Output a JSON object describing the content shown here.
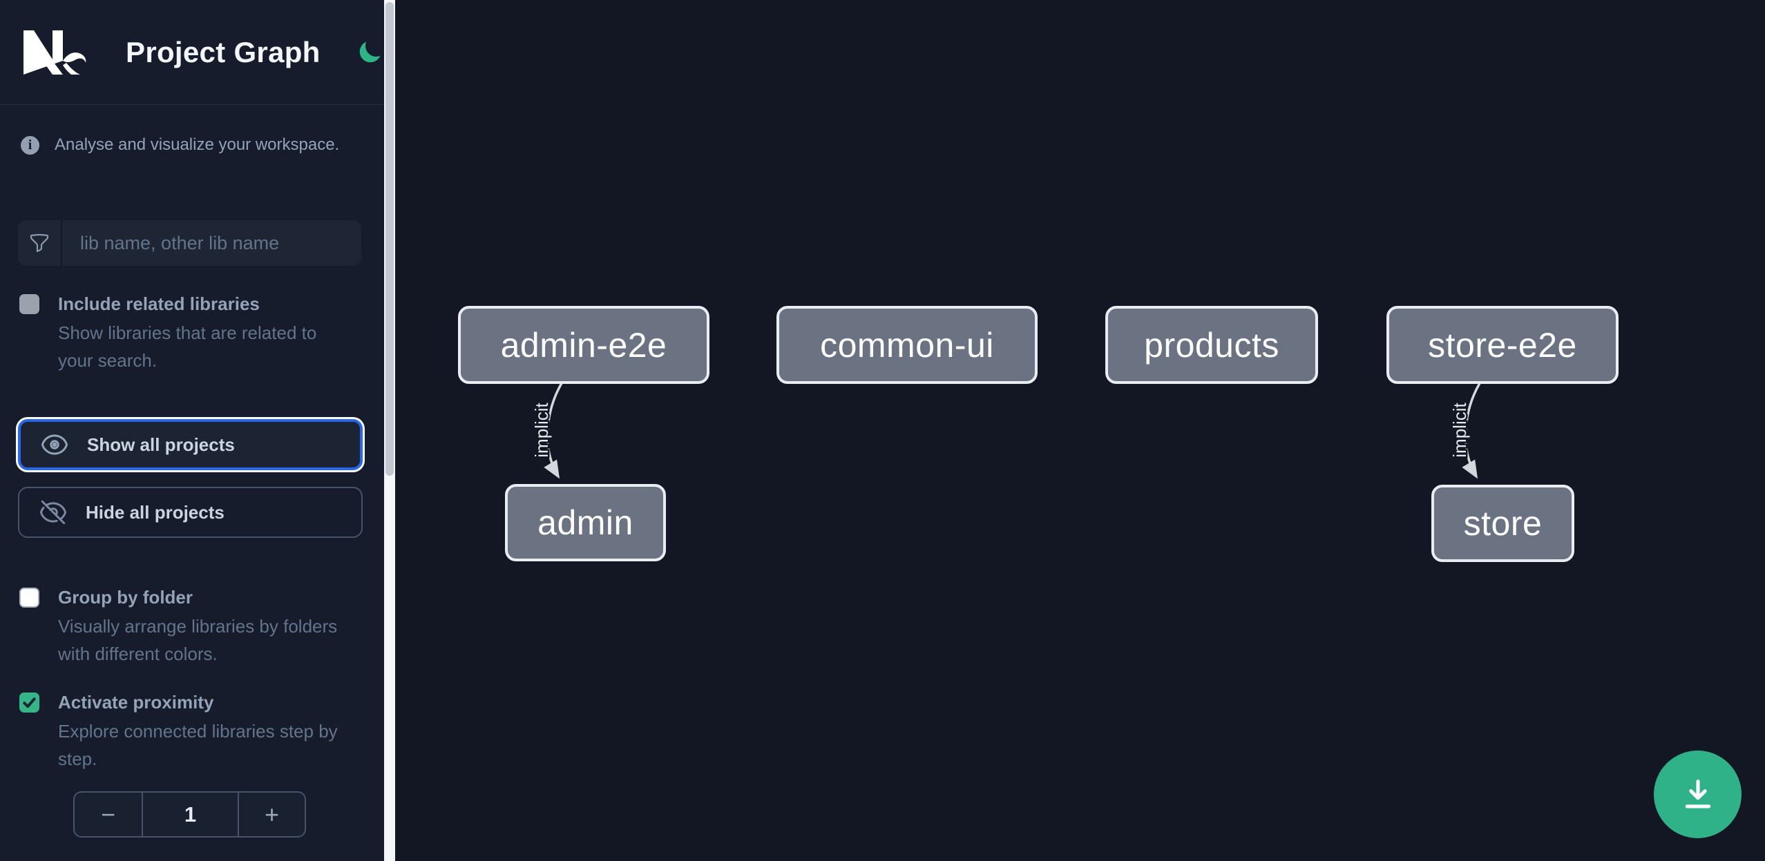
{
  "header": {
    "brand": "Nx",
    "title": "Project Graph",
    "theme_icon": "moon-icon"
  },
  "sidebar": {
    "tagline": "Analyse and visualize your workspace.",
    "search": {
      "placeholder": "lib name, other lib name"
    },
    "include_related": {
      "label": "Include related libraries",
      "description": "Show libraries that are related to your search.",
      "checked": false
    },
    "show_all_label": "Show all projects",
    "hide_all_label": "Hide all projects",
    "group_by_folder": {
      "label": "Group by folder",
      "description": "Visually arrange libraries by folders with different colors.",
      "checked": false
    },
    "activate_proximity": {
      "label": "Activate proximity",
      "description": "Explore connected libraries step by step.",
      "checked": true
    },
    "stepper": {
      "decrement": "−",
      "value": "1",
      "increment": "+"
    }
  },
  "graph": {
    "nodes": [
      {
        "label": "admin-e2e"
      },
      {
        "label": "common-ui"
      },
      {
        "label": "products"
      },
      {
        "label": "store-e2e"
      },
      {
        "label": "admin"
      },
      {
        "label": "store"
      }
    ],
    "edges": [
      {
        "from": "admin-e2e",
        "to": "admin",
        "label": "implicit"
      },
      {
        "from": "store-e2e",
        "to": "store",
        "label": "implicit"
      }
    ]
  },
  "fab": {
    "icon": "download-icon"
  },
  "colors": {
    "sidebar_bg": "#161c2b",
    "canvas_bg": "#121723",
    "accent_green": "#2eb586",
    "focus_blue": "#2667ec",
    "node_fill": "#6b7383",
    "node_border": "#e9ecf0",
    "checkbox_checked_green": "#35b689"
  }
}
